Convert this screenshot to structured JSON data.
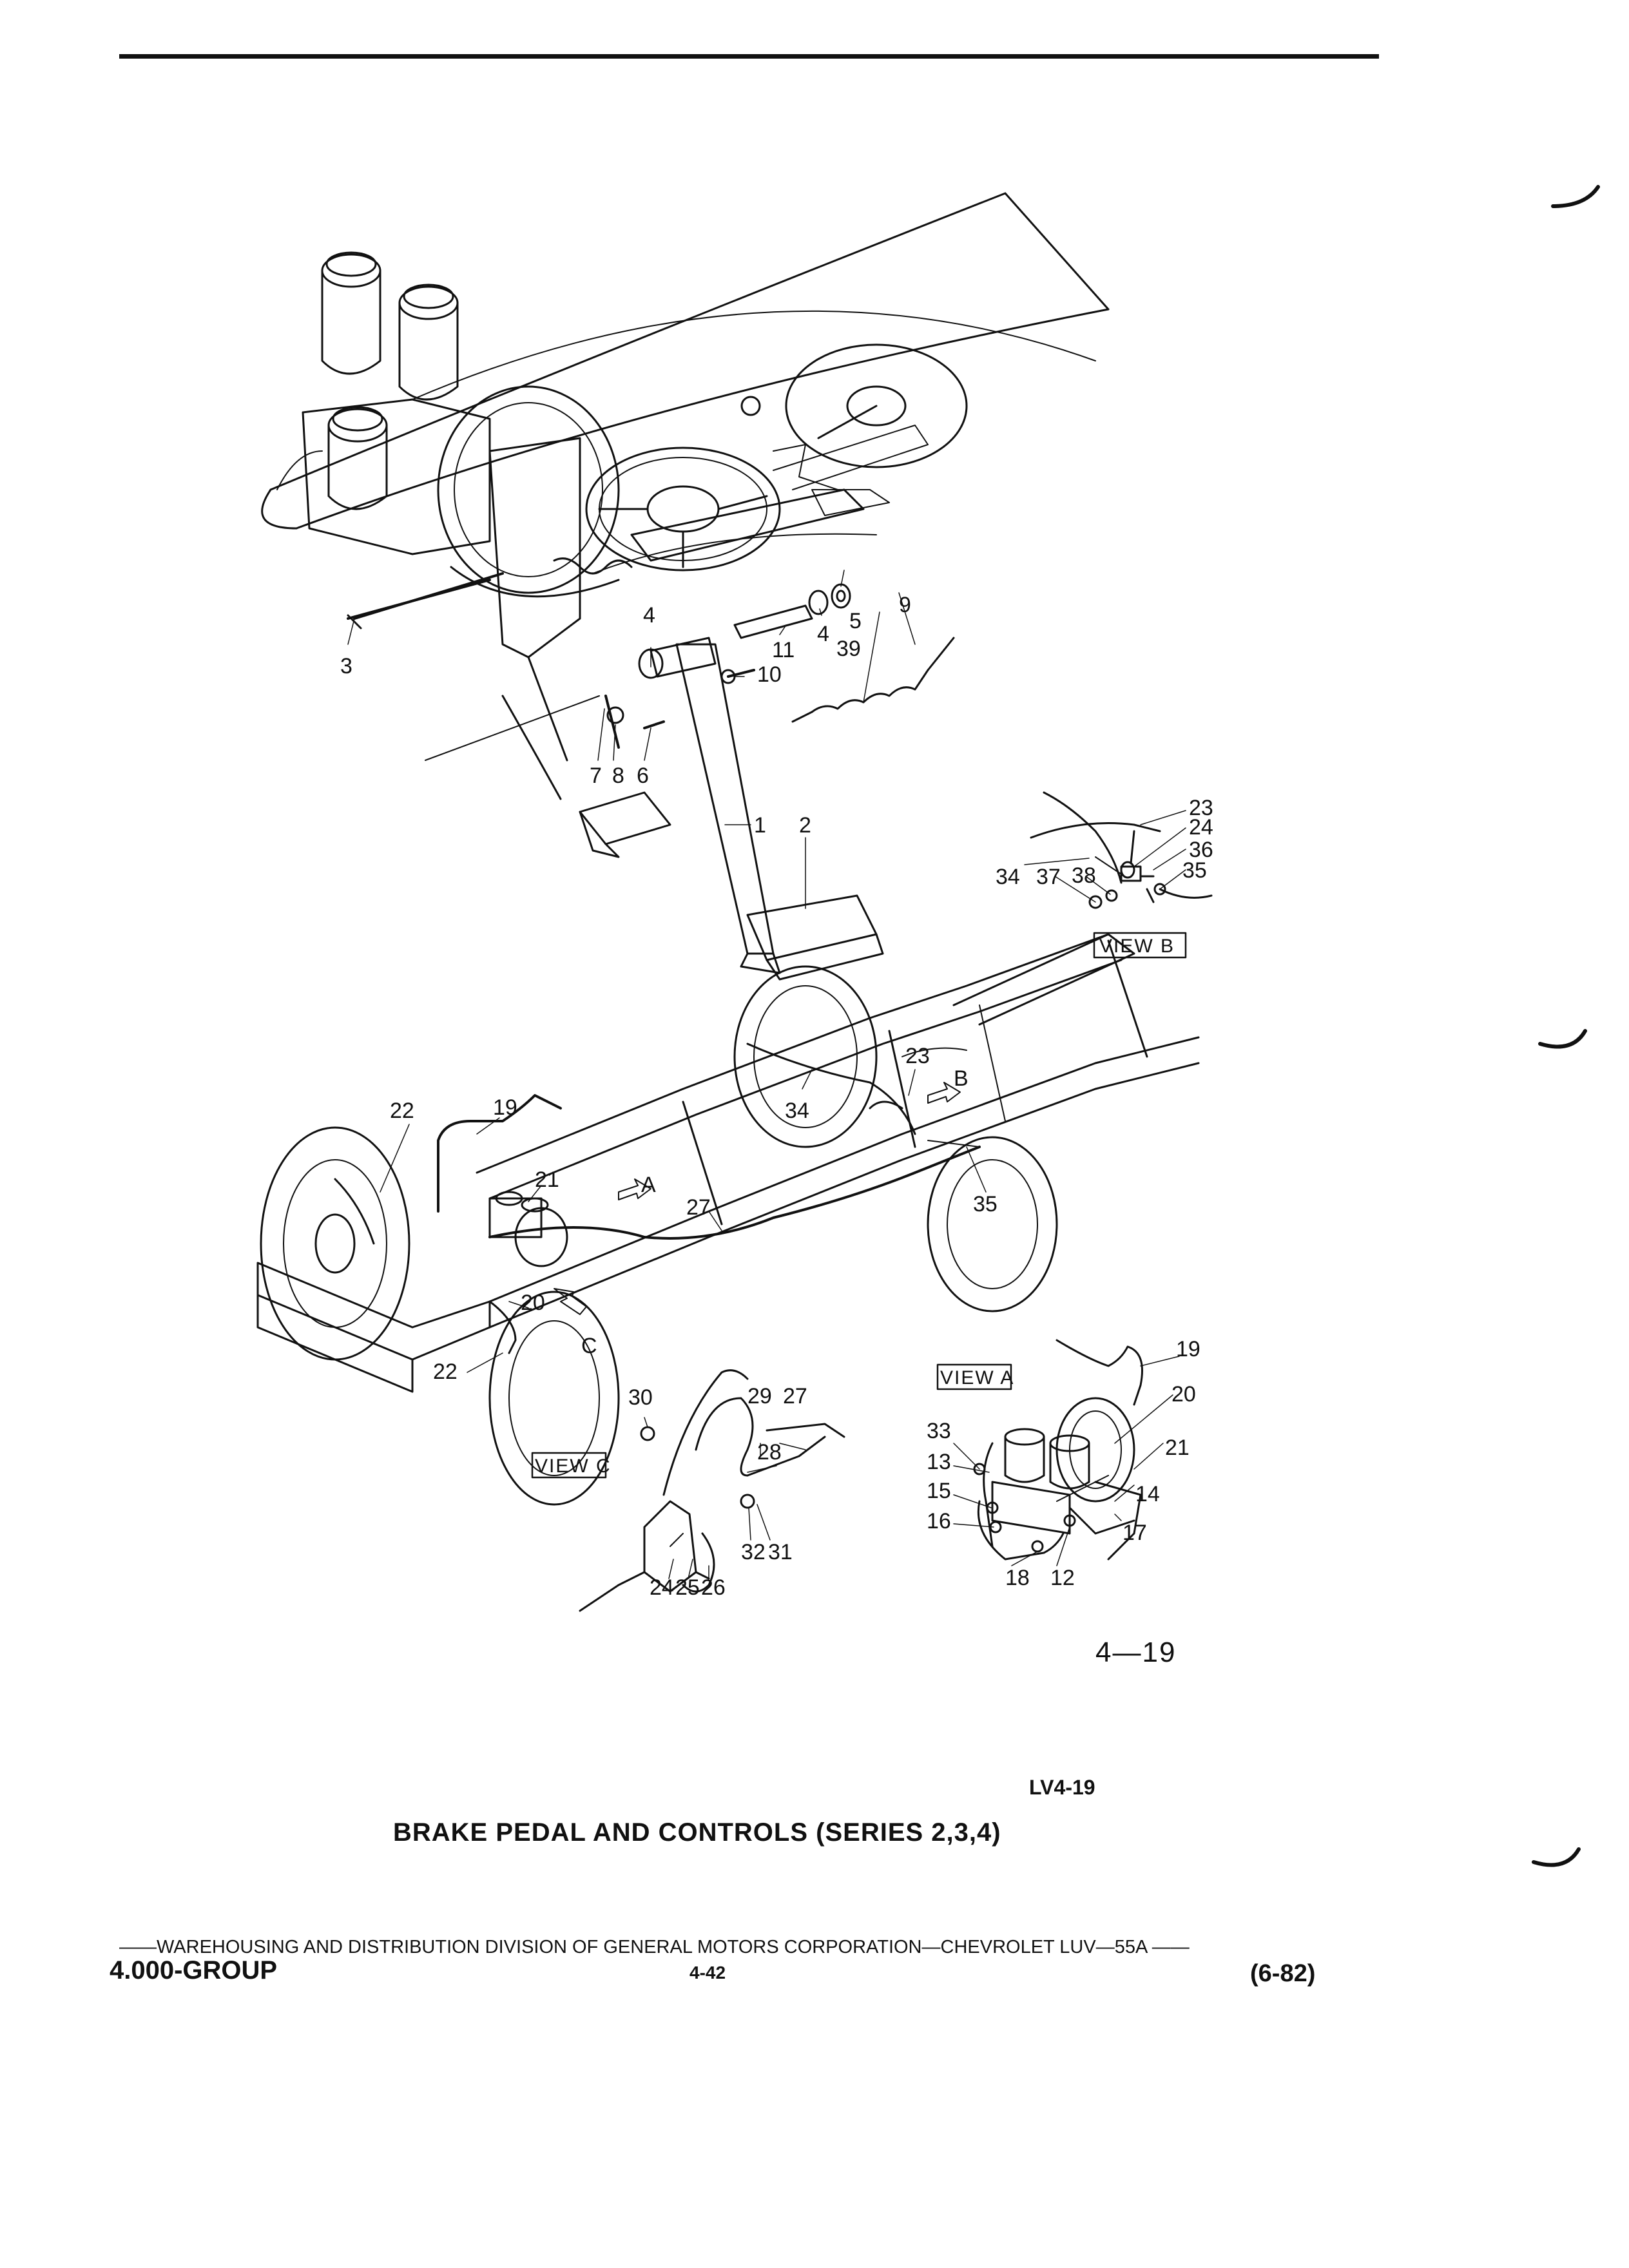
{
  "diagram": {
    "upper_callouts": [
      "3",
      "4",
      "11",
      "4",
      "5",
      "39",
      "9",
      "10",
      "7",
      "8",
      "6",
      "1",
      "2"
    ],
    "view_b": {
      "box_label": "VIEW B",
      "callouts": [
        "23",
        "24",
        "36",
        "35",
        "34",
        "37",
        "38"
      ]
    },
    "chassis_callouts": [
      "22",
      "19",
      "21",
      "A",
      "27",
      "23",
      "B",
      "34",
      "35",
      "20",
      "C",
      "22"
    ],
    "view_c": {
      "box_label": "VIEW C",
      "callouts": [
        "30",
        "29",
        "27",
        "28",
        "24",
        "25",
        "26",
        "32",
        "31"
      ]
    },
    "view_a": {
      "box_label": "VIEW A",
      "callouts": [
        "19",
        "20",
        "21",
        "33",
        "13",
        "15",
        "16",
        "14",
        "17",
        "18",
        "12"
      ]
    }
  },
  "figure": {
    "number": "4—19",
    "code": "LV4-19",
    "caption": "BRAKE PEDAL AND CONTROLS (SERIES 2,3,4)"
  },
  "footer": {
    "division_line": "——WAREHOUSING AND DISTRIBUTION  DIVISION OF GENERAL MOTORS CORPORATION—CHEVROLET LUV—55A   ——",
    "group": "4.000-GROUP",
    "page": "4-42",
    "date": "(6-82)"
  }
}
